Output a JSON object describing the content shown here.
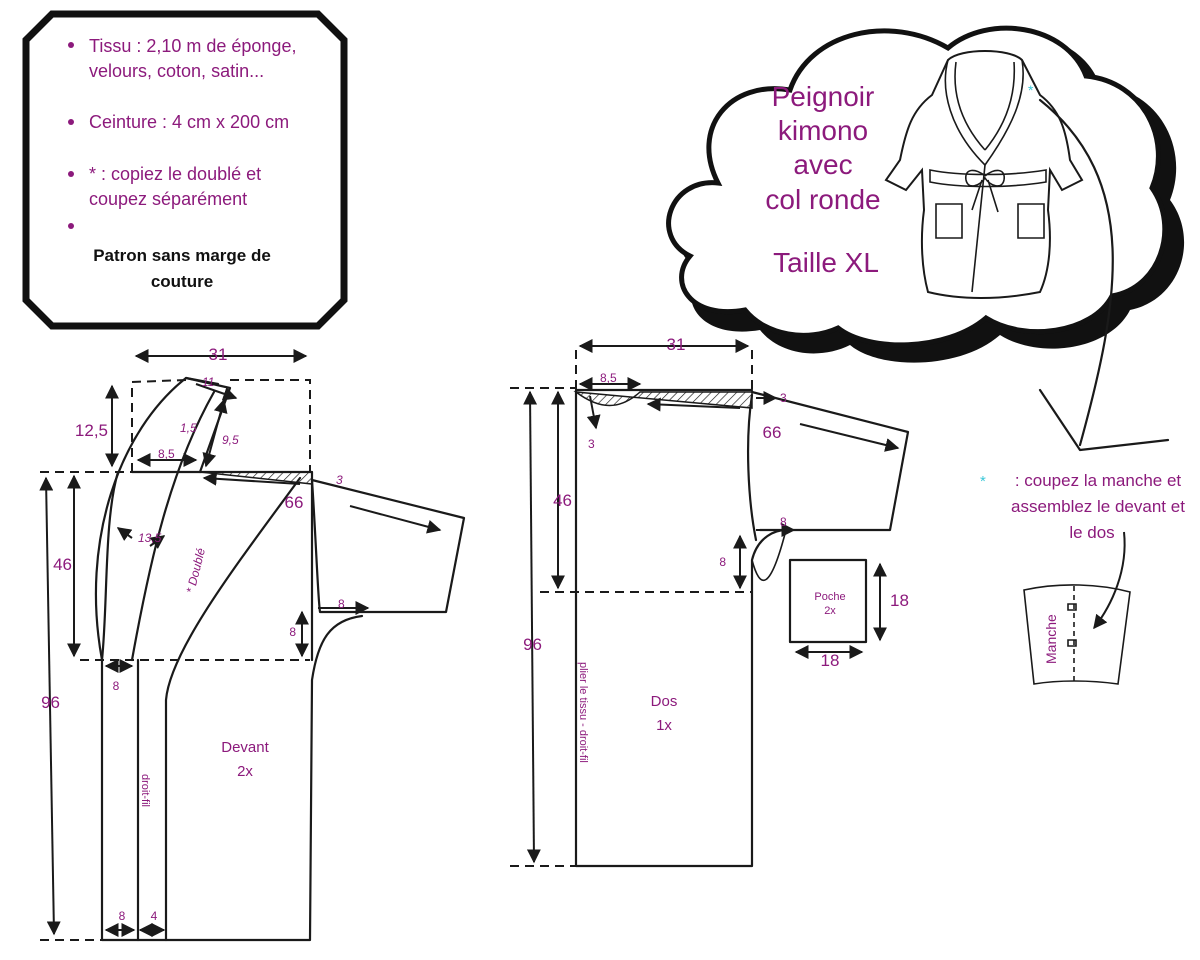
{
  "info_box": {
    "items": [
      "Tissu : 2,10 m de éponge,",
      "velours, coton, satin...",
      "Ceinture : 4 cm x 200 cm",
      "* : copiez le doublé et",
      "coupez séparément"
    ],
    "note_line1": "Patron sans marge de",
    "note_line2": "couture"
  },
  "cloud": {
    "title": [
      "Peignoir",
      "kimono",
      "avec",
      "col ronde"
    ],
    "size": "Taille XL"
  },
  "side_note": {
    "star": "*",
    "lines": [
      ": coupez la manche et",
      "assemblez le devant et",
      "le dos"
    ],
    "sleeve_label": "Manche"
  },
  "front": {
    "name": "Devant",
    "count": "2x",
    "doubled": "* Doublé",
    "grain": "droit-fil",
    "dims": {
      "width": "31",
      "neck_height": "12,5",
      "collar_top": "11",
      "collar_small": "1,5",
      "collar_side": "9,5",
      "neck_width": "8,5",
      "shoulder_drop": "3",
      "sleeve_length": "66",
      "collar_depth": "13,5",
      "armhole_height": "46",
      "total_length": "96",
      "underarm_w": "8",
      "underarm_h": "8",
      "facing_top": "8",
      "facing_bottom": "8",
      "hem_extra": "4"
    }
  },
  "back": {
    "name": "Dos",
    "count": "1x",
    "fold": "plier le tissu - droit-fil",
    "dims": {
      "width": "31",
      "neck_width": "8,5",
      "neck_depth": "3",
      "shoulder_drop": "3",
      "sleeve_length": "66",
      "armhole_height": "46",
      "total_length": "96",
      "underarm_w": "8",
      "underarm_h": "8"
    }
  },
  "pocket": {
    "name": "Poche",
    "count": "2x",
    "height": "18",
    "width": "18"
  },
  "colors": {
    "text": "#8c1a7c",
    "line": "#1a1a1a",
    "accent": "#3cc8d8"
  }
}
